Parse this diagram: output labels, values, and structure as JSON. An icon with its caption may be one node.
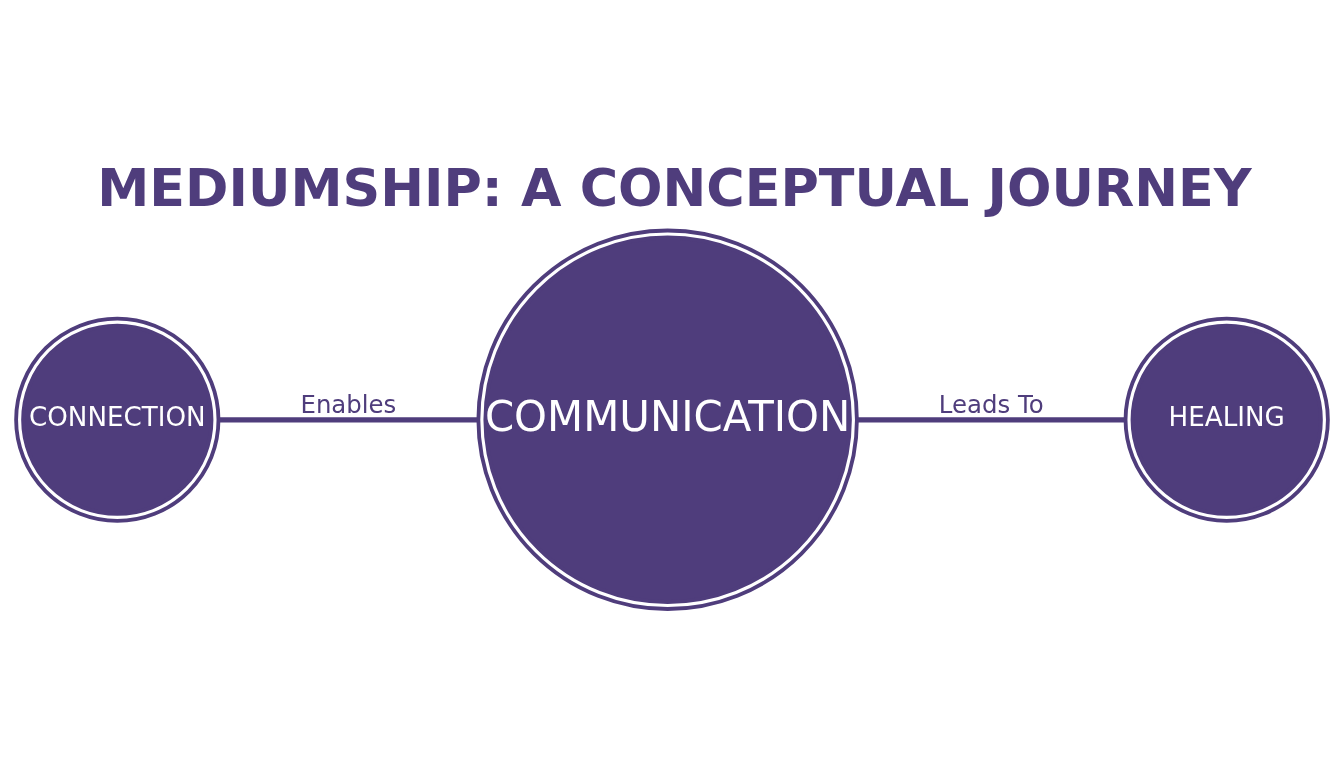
{
  "diagram": {
    "title": "MEDIUMSHIP: A CONCEPTUAL JOURNEY",
    "nodes": [
      {
        "text": [
          "CONNECTION"
        ]
      },
      {
        "text": [
          "COMMUNICATION"
        ]
      },
      {
        "text": [
          "HEALING"
        ]
      }
    ],
    "edges": [
      {
        "from": 0,
        "to": 1,
        "arrow": "none",
        "label": "Enables"
      },
      {
        "from": 1,
        "to": 2,
        "arrow": "none",
        "label": "Leads To"
      }
    ]
  }
}
